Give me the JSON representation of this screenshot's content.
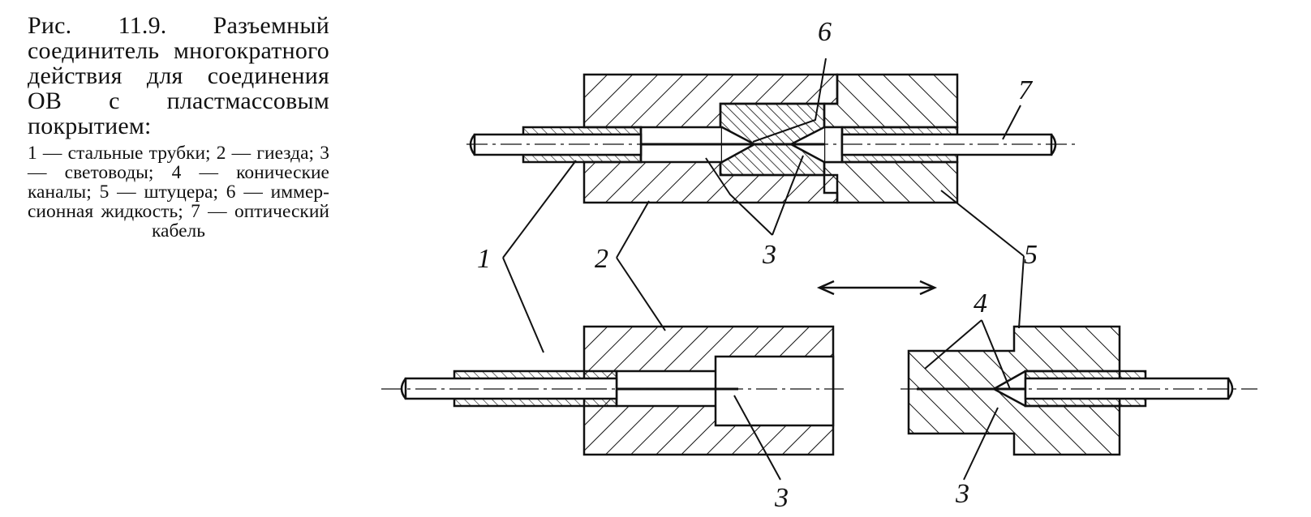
{
  "caption": {
    "title": "Рис. 11.9. Разъемный соединитель много­кратного действия для соединения ОВ с пласт­массовым покрытием:",
    "legend": "1 — стальные трубки; 2 — гиезда; 3 — световоды; 4 — конические каналы; 5 — штуцера; 6 — иммер­сионная жидкость; 7 — оптический кабель"
  },
  "diagram": {
    "labels": {
      "l6": "6",
      "l7": "7",
      "l1": "1",
      "l2": "2",
      "l3_top": "3",
      "l5": "5",
      "l4": "4",
      "l3_bottom_left": "3",
      "l3_bottom_right": "3"
    },
    "line_color": "#111111"
  }
}
